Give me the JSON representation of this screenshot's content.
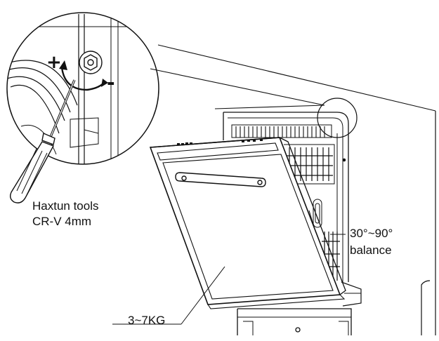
{
  "labels": {
    "tool_line1": "Haxtun tools",
    "tool_line2": "CR-V 4mm",
    "angle_line1": "30°~90°",
    "angle_line2": "balance",
    "weight": "3~7KG",
    "plus_sign": "+",
    "minus_sign": "-"
  },
  "icons": {
    "screwdriver": "screwdriver-icon",
    "hex_bolt": "hex-bolt-icon",
    "rotation_arrow": "rotation-arrow-icon"
  },
  "colors": {
    "line": "#111111",
    "background": "#ffffff"
  }
}
